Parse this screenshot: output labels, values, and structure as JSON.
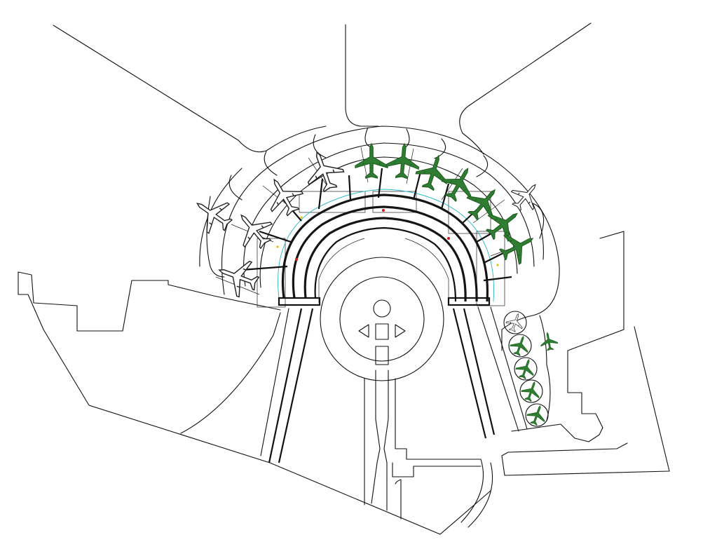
{
  "drawing": {
    "kind": "airport terminal site plan",
    "background": "#ffffff",
    "line_color": "#111111",
    "accent_colors": {
      "parked_aircraft_green": "#1f5e1f",
      "aircraft_dark": "#222222",
      "service_cyan": "#29b6c8",
      "marker_yellow": "#e6c200",
      "marker_red": "#d21a1a"
    },
    "contact_stand_count": 12,
    "remote_stand_count": 6,
    "icons": [
      "aircraft-icon",
      "turnaround-arrow-left-icon",
      "turnaround-arrow-right-icon",
      "roundabout-icon"
    ]
  }
}
